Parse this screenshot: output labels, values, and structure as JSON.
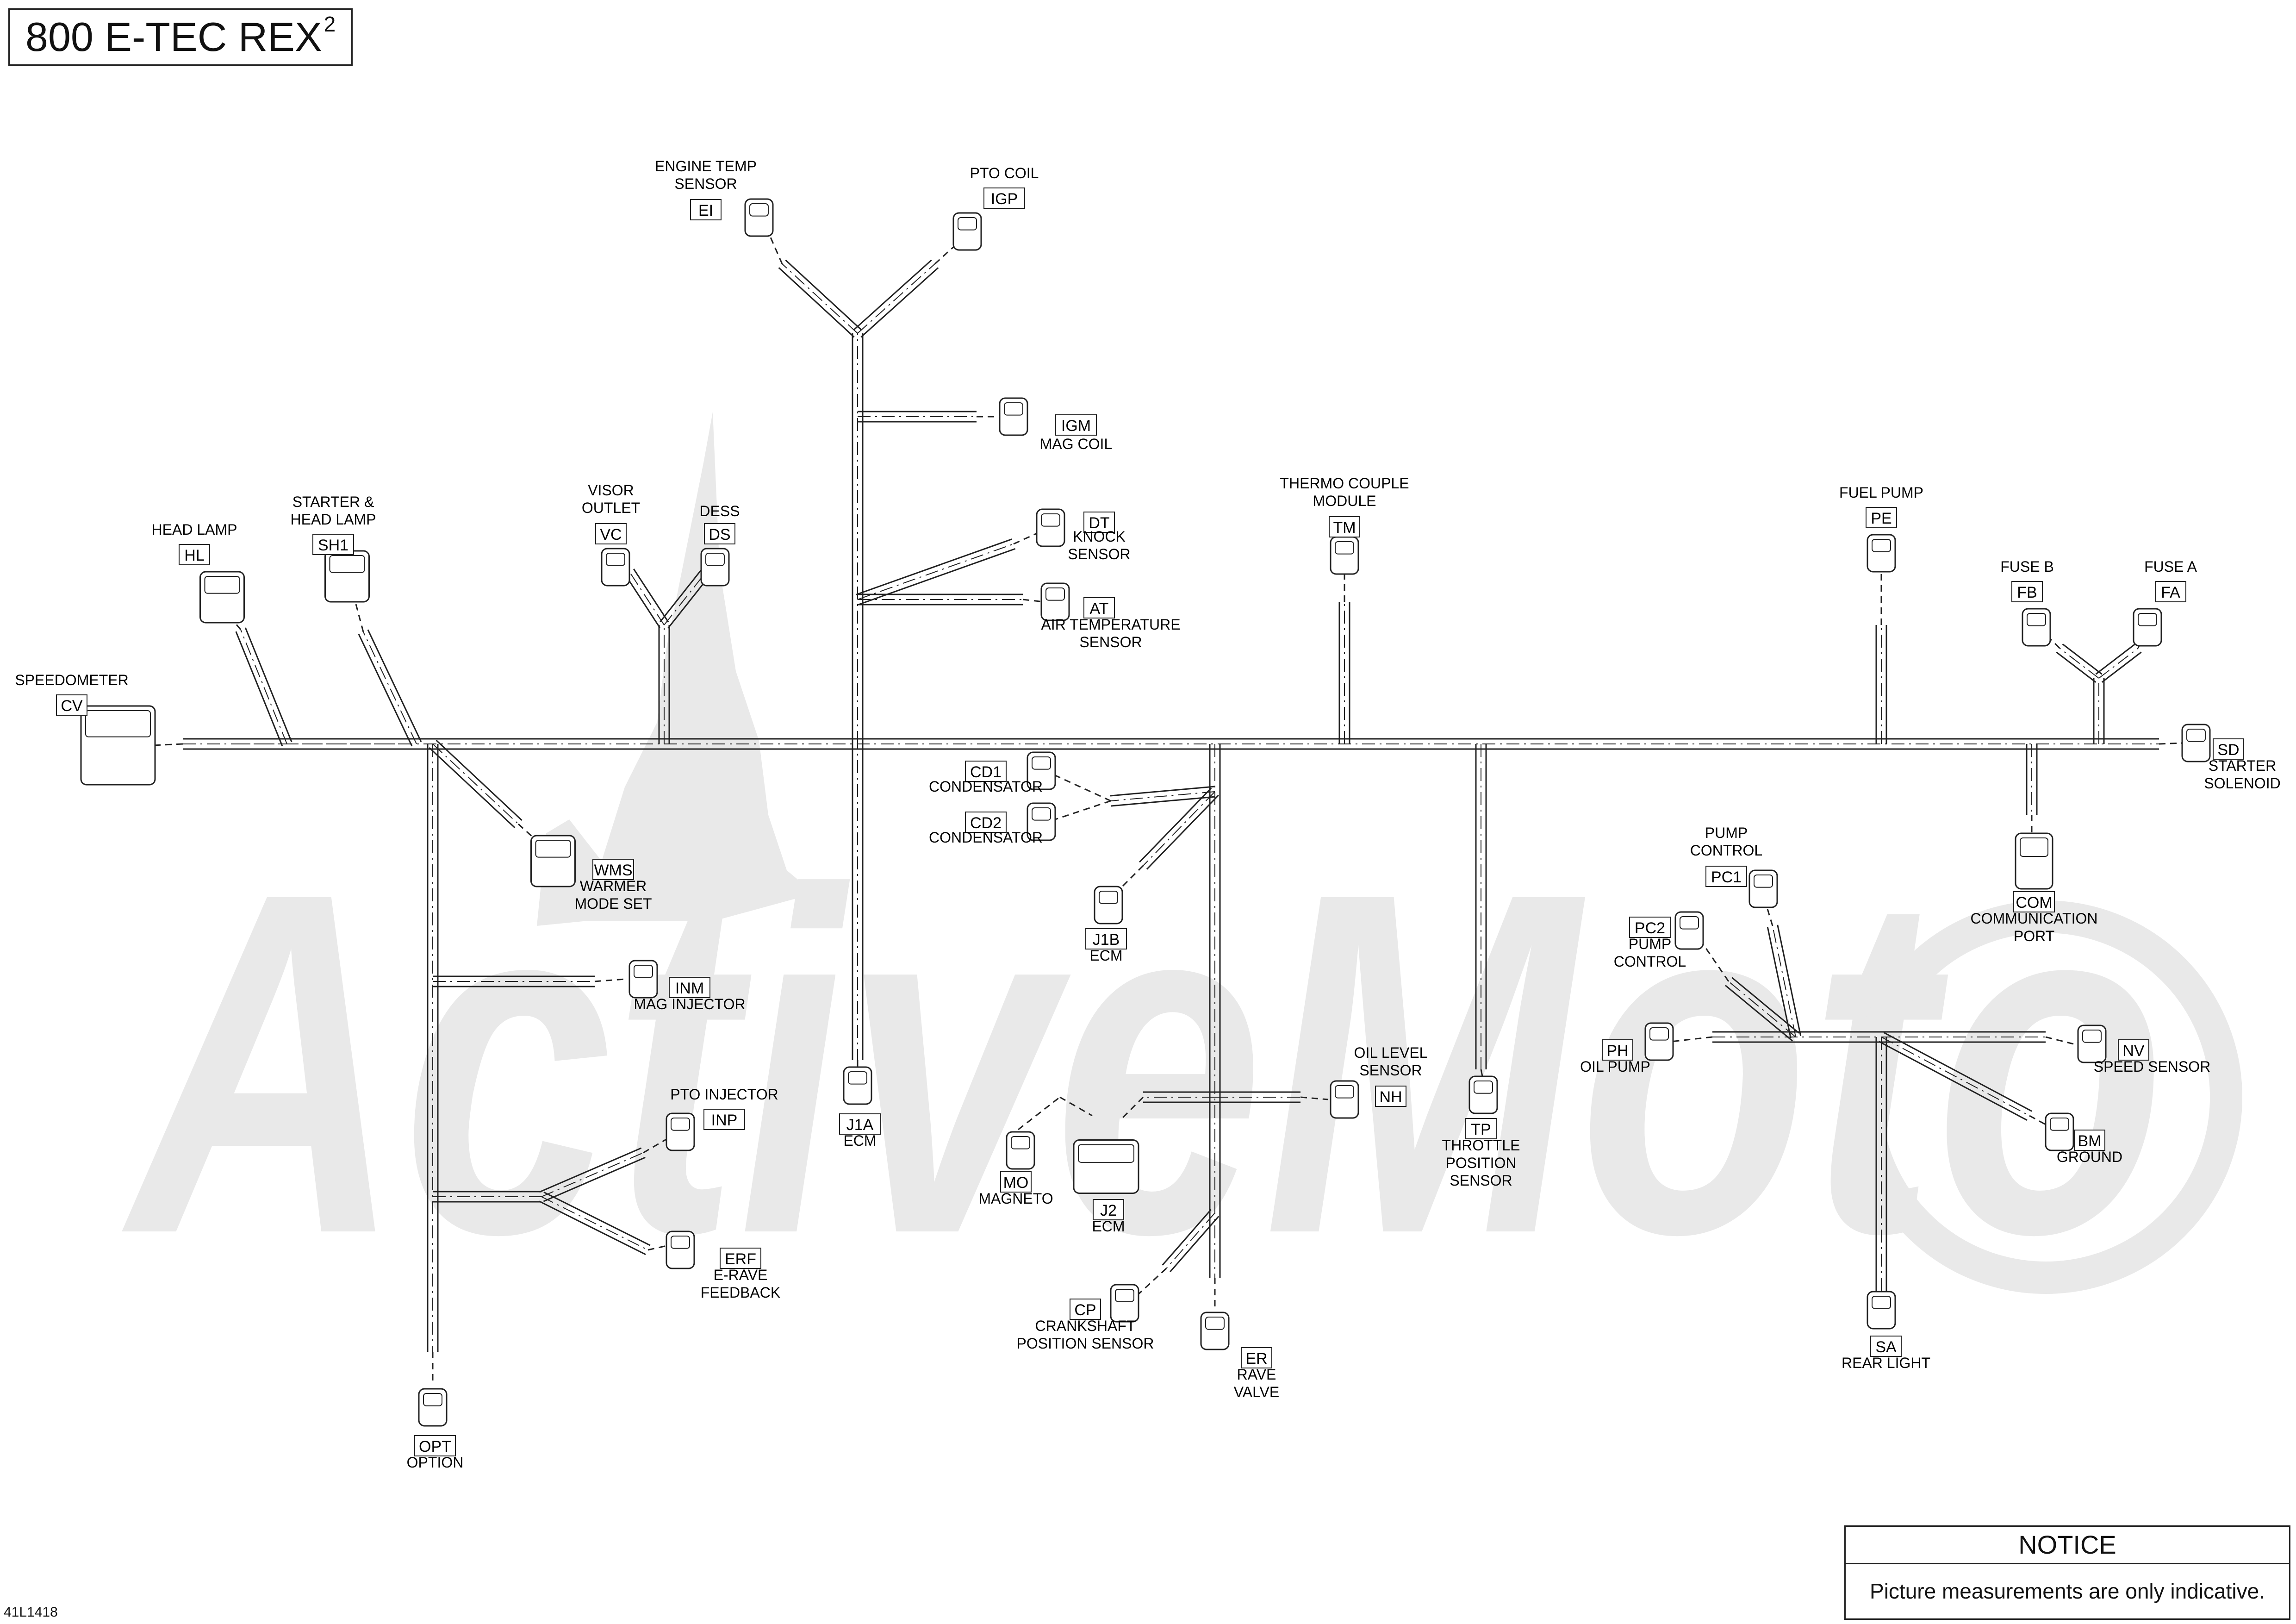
{
  "title": {
    "text": "800 E-TEC REX",
    "superscript": "2"
  },
  "figure_ref": "41L1418",
  "notice": {
    "heading": "NOTICE",
    "text": "Picture measurements are only indicative."
  },
  "watermark": {
    "text": "ActiveMoto",
    "color": "#e9e9e9"
  },
  "colors": {
    "line": "#222222",
    "paper": "#ffffff"
  },
  "connectors": [
    {
      "code": "EI",
      "label": "ENGINE TEMP\nSENSOR"
    },
    {
      "code": "IGP",
      "label": "PTO COIL"
    },
    {
      "code": "IGM",
      "label": "MAG COIL"
    },
    {
      "code": "DT",
      "label": "KNOCK\nSENSOR"
    },
    {
      "code": "AT",
      "label": "AIR TEMPERATURE\nSENSOR"
    },
    {
      "code": "TM",
      "label": "THERMO COUPLE\nMODULE"
    },
    {
      "code": "PE",
      "label": "FUEL PUMP"
    },
    {
      "code": "FB",
      "label": "FUSE B"
    },
    {
      "code": "FA",
      "label": "FUSE A"
    },
    {
      "code": "SD",
      "label": "STARTER\nSOLENOID"
    },
    {
      "code": "COM",
      "label": "COMMUNICATION\nPORT"
    },
    {
      "code": "PC1",
      "label": "PUMP\nCONTROL"
    },
    {
      "code": "PC2",
      "label": "PUMP\nCONTROL"
    },
    {
      "code": "PH",
      "label": "OIL PUMP"
    },
    {
      "code": "NV",
      "label": "SPEED SENSOR"
    },
    {
      "code": "BM",
      "label": "GROUND"
    },
    {
      "code": "SA",
      "label": "REAR LIGHT"
    },
    {
      "code": "HL",
      "label": "HEAD LAMP"
    },
    {
      "code": "SH1",
      "label": "STARTER &\nHEAD LAMP"
    },
    {
      "code": "VC",
      "label": "VISOR\nOUTLET"
    },
    {
      "code": "DS",
      "label": "DESS"
    },
    {
      "code": "CV",
      "label": "SPEEDOMETER"
    },
    {
      "code": "WMS",
      "label": "WARMER\nMODE SET"
    },
    {
      "code": "INM",
      "label": "MAG INJECTOR"
    },
    {
      "code": "INP",
      "label": "PTO INJECTOR"
    },
    {
      "code": "ERF",
      "label": "E-RAVE\nFEEDBACK"
    },
    {
      "code": "OPT",
      "label": "OPTION"
    },
    {
      "code": "J1A",
      "label": "ECM"
    },
    {
      "code": "CD1",
      "label": "CONDENSATOR"
    },
    {
      "code": "CD2",
      "label": "CONDENSATOR"
    },
    {
      "code": "J1B",
      "label": "ECM"
    },
    {
      "code": "MO",
      "label": "MAGNETO"
    },
    {
      "code": "J2",
      "label": "ECM"
    },
    {
      "code": "CP",
      "label": "CRANKSHAFT\nPOSITION SENSOR"
    },
    {
      "code": "ER",
      "label": "RAVE\nVALVE"
    },
    {
      "code": "NH",
      "label": "OIL LEVEL\nSENSOR"
    },
    {
      "code": "TP",
      "label": "THROTTLE\nPOSITION\nSENSOR"
    }
  ]
}
